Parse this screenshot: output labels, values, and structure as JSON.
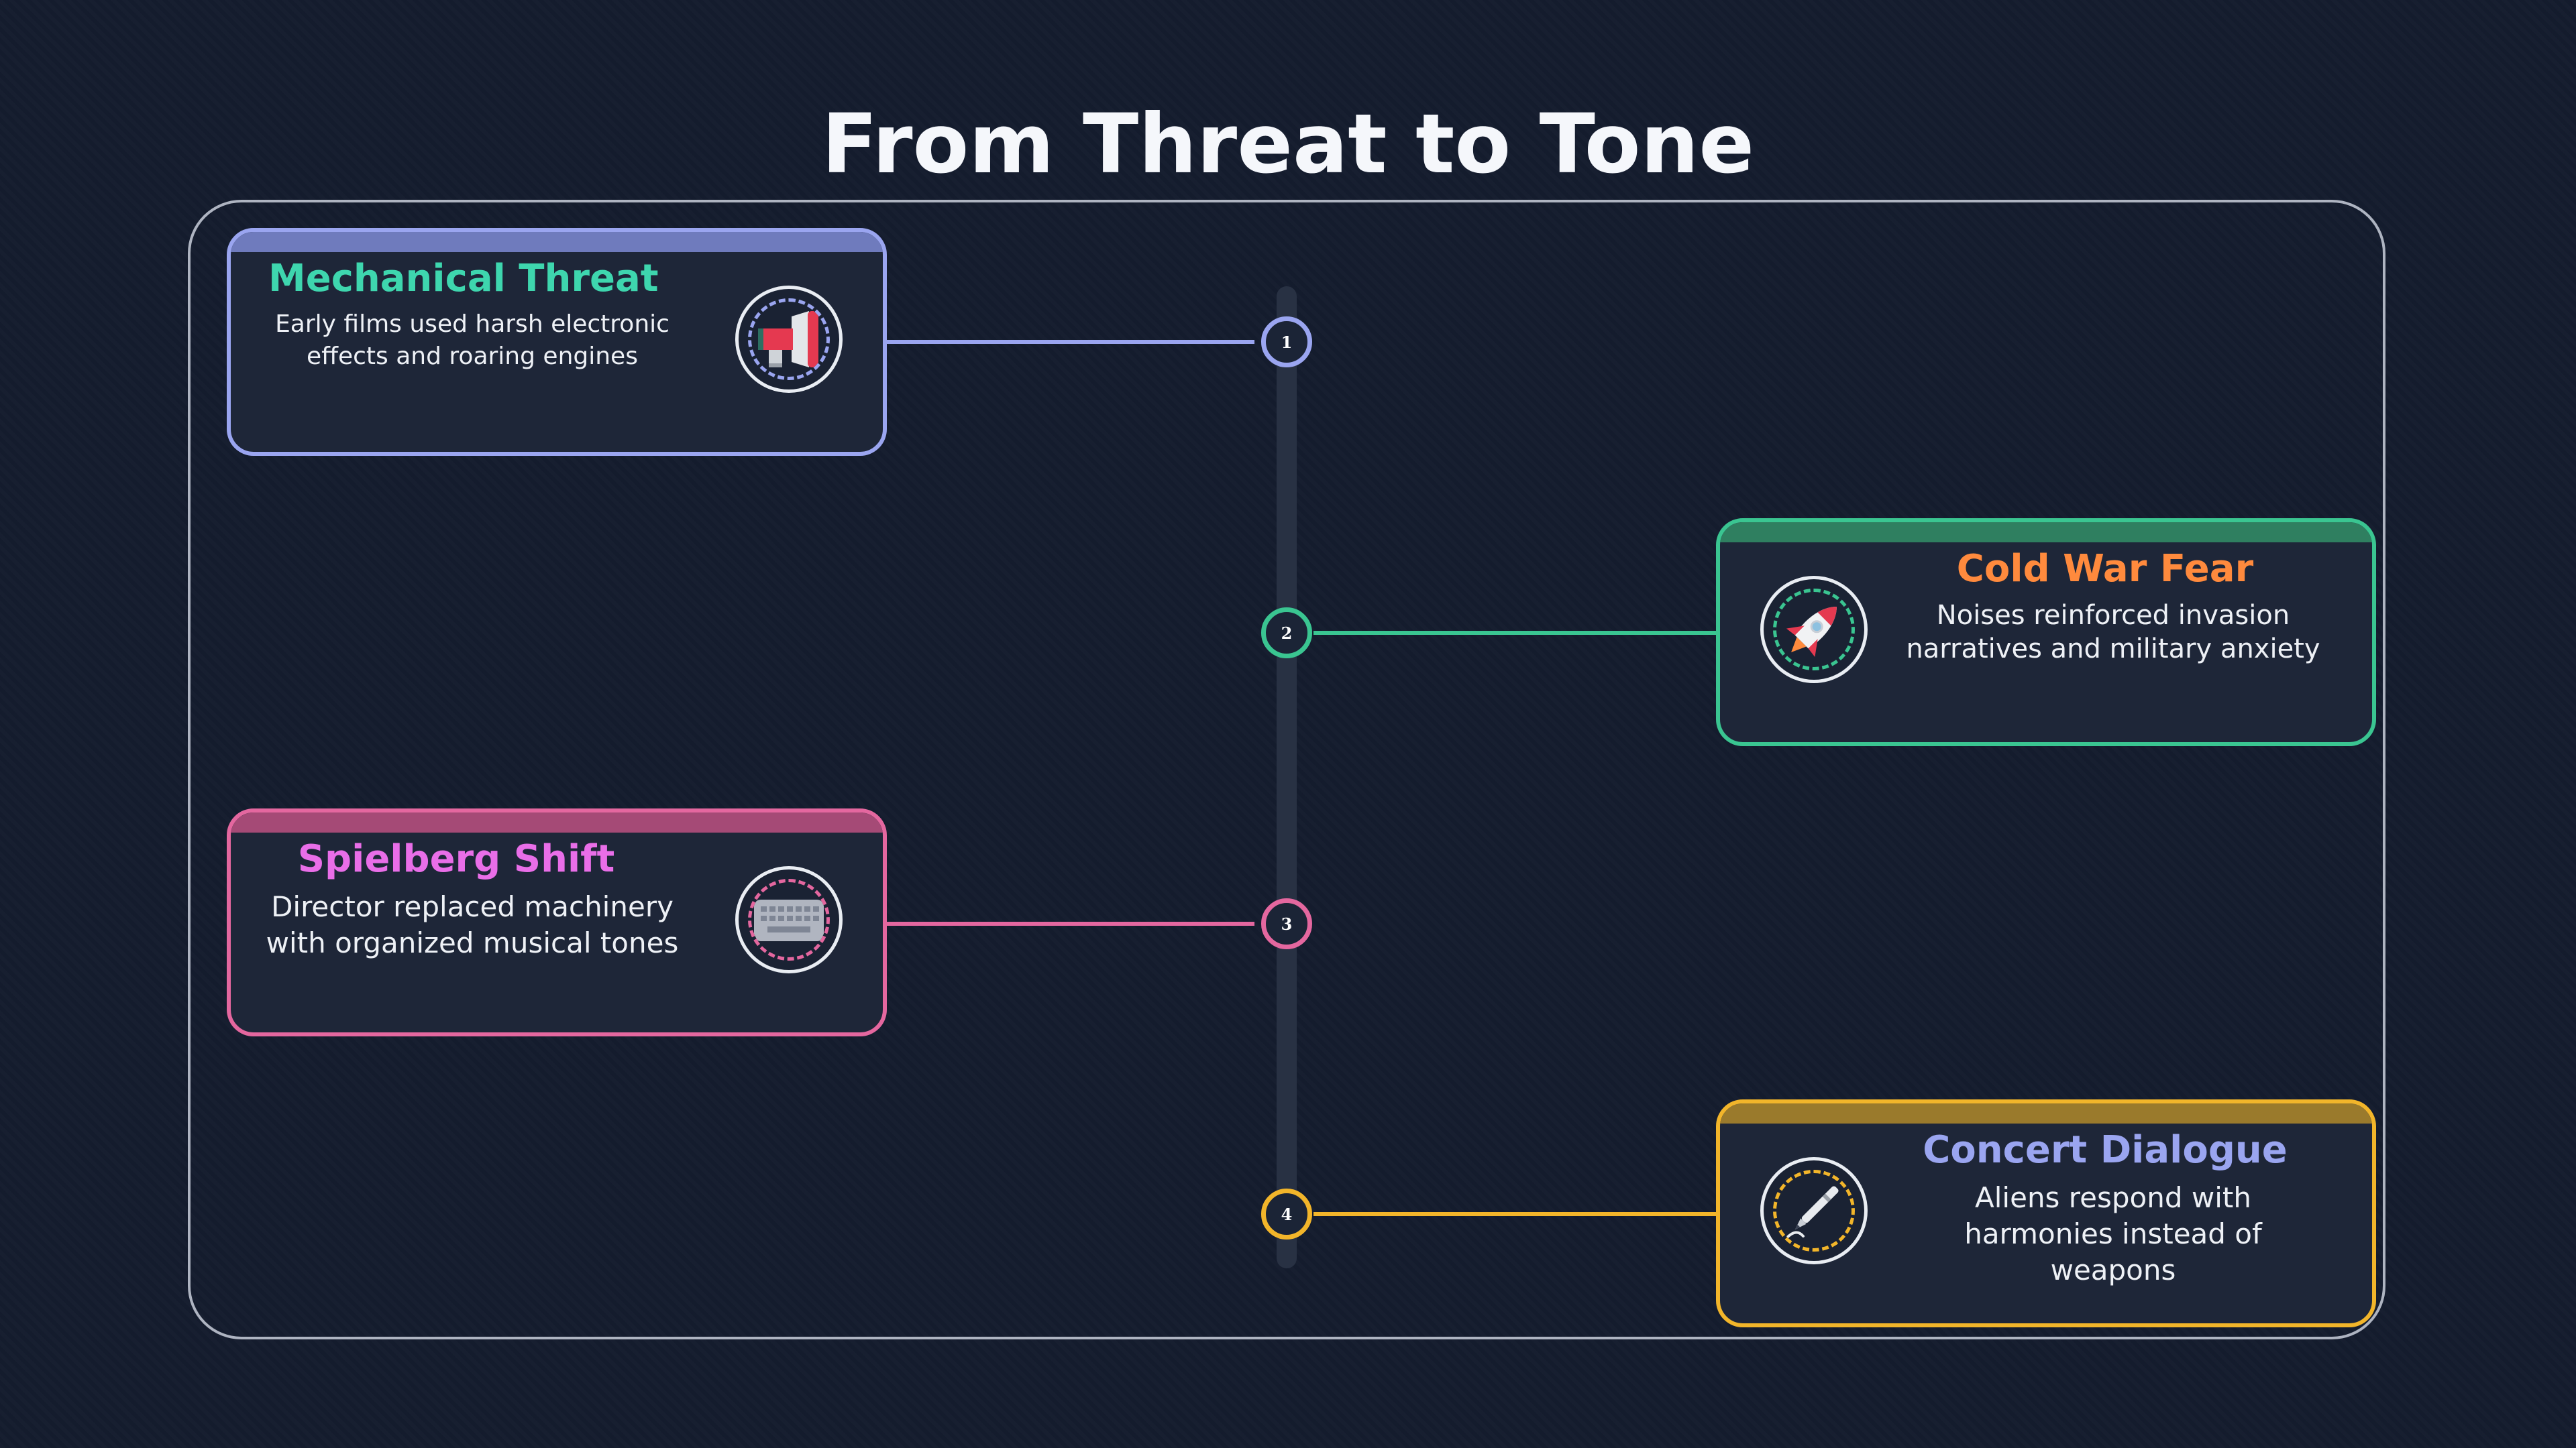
{
  "title": "From Threat to Tone",
  "colors": {
    "periwinkle": "#9aa5f0",
    "teal": "#3ed6ae",
    "orange": "#ff8a3d",
    "magenta": "#e96ee8",
    "pink": "#e4679f",
    "gold": "#f2b52a",
    "green": "#3ac591"
  },
  "timeline": {
    "cards": [
      {
        "step": "1",
        "title": "Mechanical Threat",
        "description": "Early films used harsh electronic effects and roaring engines",
        "icon": "megaphone-icon"
      },
      {
        "step": "2",
        "title": "Cold War Fear",
        "description": "Noises reinforced invasion narratives and military anxiety",
        "icon": "rocket-icon"
      },
      {
        "step": "3",
        "title": "Spielberg Shift",
        "description": "Director replaced machinery with organized musical tones",
        "icon": "keyboard-icon"
      },
      {
        "step": "4",
        "title": "Concert Dialogue",
        "description": "Aliens respond with harmonies instead of weapons",
        "icon": "pen-icon"
      }
    ]
  }
}
